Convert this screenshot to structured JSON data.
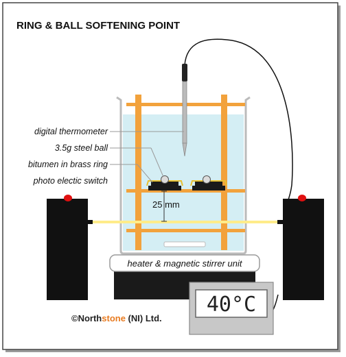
{
  "title": "RING & BALL SOFTENING POINT",
  "labels": {
    "thermometer": "digital thermometer",
    "steel_ball": "3.5g steel ball",
    "bitumen_ring": "bitumen in brass ring",
    "photo_switch": "photo electic switch",
    "heater_unit": "heater & magnetic stirrer unit"
  },
  "dimension": "25 mm",
  "display": {
    "temperature": "40°C"
  },
  "copyright": {
    "symbol": "©",
    "north": "North",
    "stone": "stone",
    "suffix": " (NI) Ltd."
  },
  "colors": {
    "water": "#d4eef4",
    "frame": "#f2a23c",
    "beam": "#ffec8a",
    "accent": "#e87b20",
    "indicator": "#e01010"
  }
}
